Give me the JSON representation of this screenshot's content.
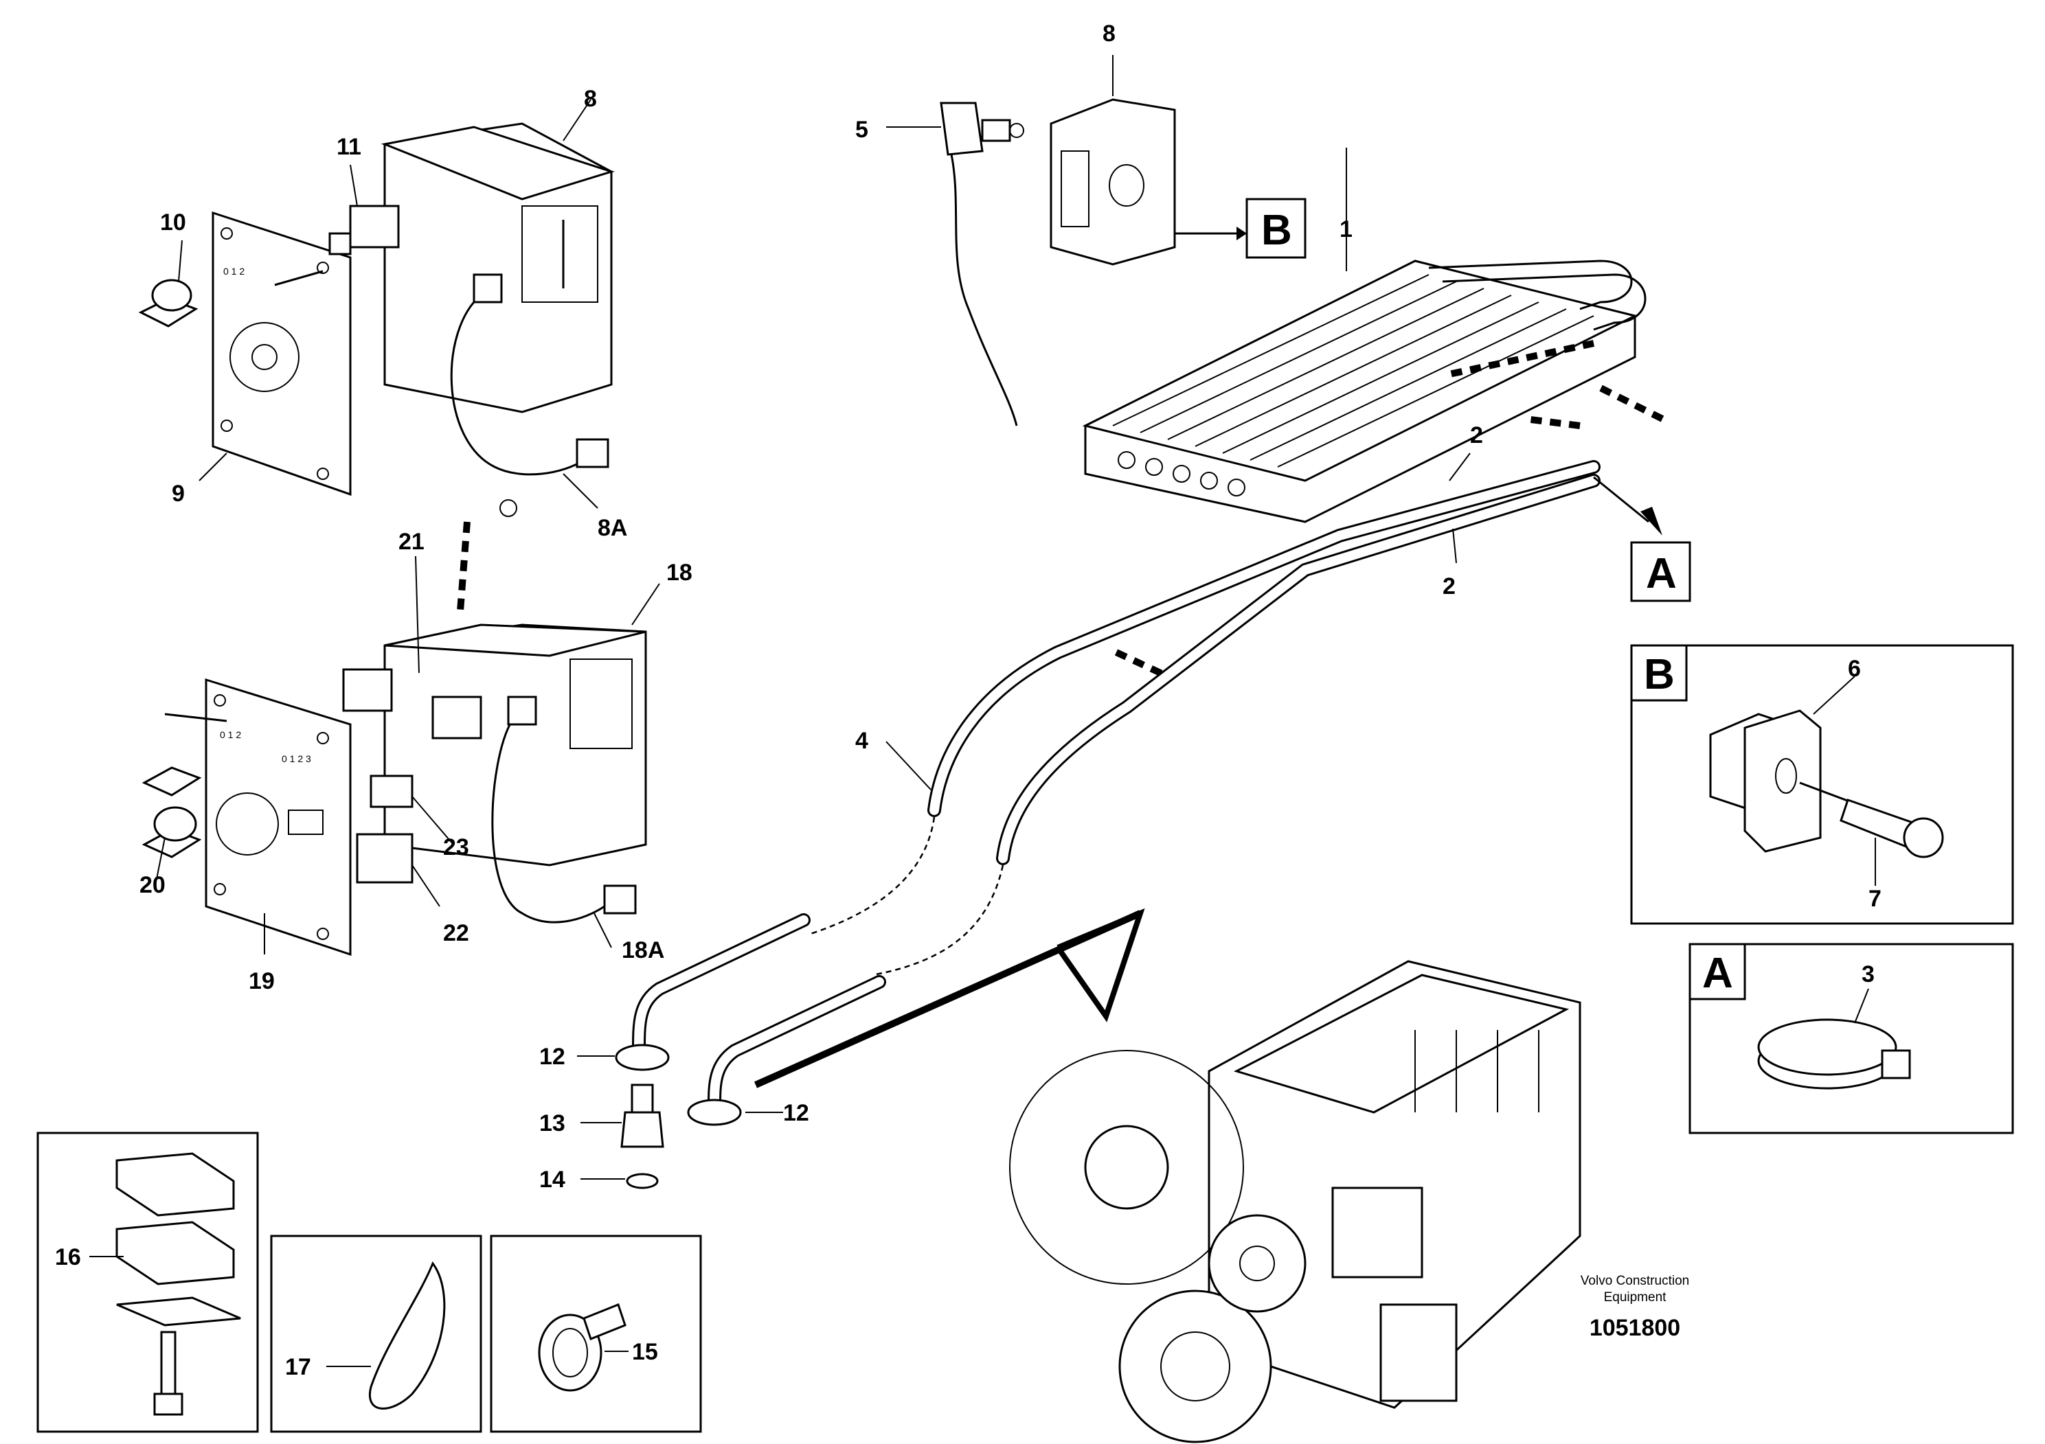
{
  "callouts": {
    "c1": "1",
    "c2a": "2",
    "c2b": "2",
    "c3": "3",
    "c4": "4",
    "c5": "5",
    "c6": "6",
    "c7": "7",
    "c8a": "8",
    "c8b": "8",
    "c8A": "8A",
    "c9": "9",
    "c10": "10",
    "c11": "11",
    "c12a": "12",
    "c12b": "12",
    "c13": "13",
    "c14": "14",
    "c15": "15",
    "c16": "16",
    "c17": "17",
    "c18": "18",
    "c18A": "18A",
    "c19": "19",
    "c20": "20",
    "c21": "21",
    "c22": "22",
    "c23": "23"
  },
  "detail_refs": {
    "A_main": "A",
    "B_main": "B",
    "A_inset": "A",
    "B_inset": "B"
  },
  "dial_labels": {
    "d1": "0 1 2",
    "d2": "0 1 2",
    "d3": "0 1 2 3"
  },
  "caption": {
    "line1": "Volvo Construction",
    "line2": "Equipment",
    "number": "1051800"
  }
}
